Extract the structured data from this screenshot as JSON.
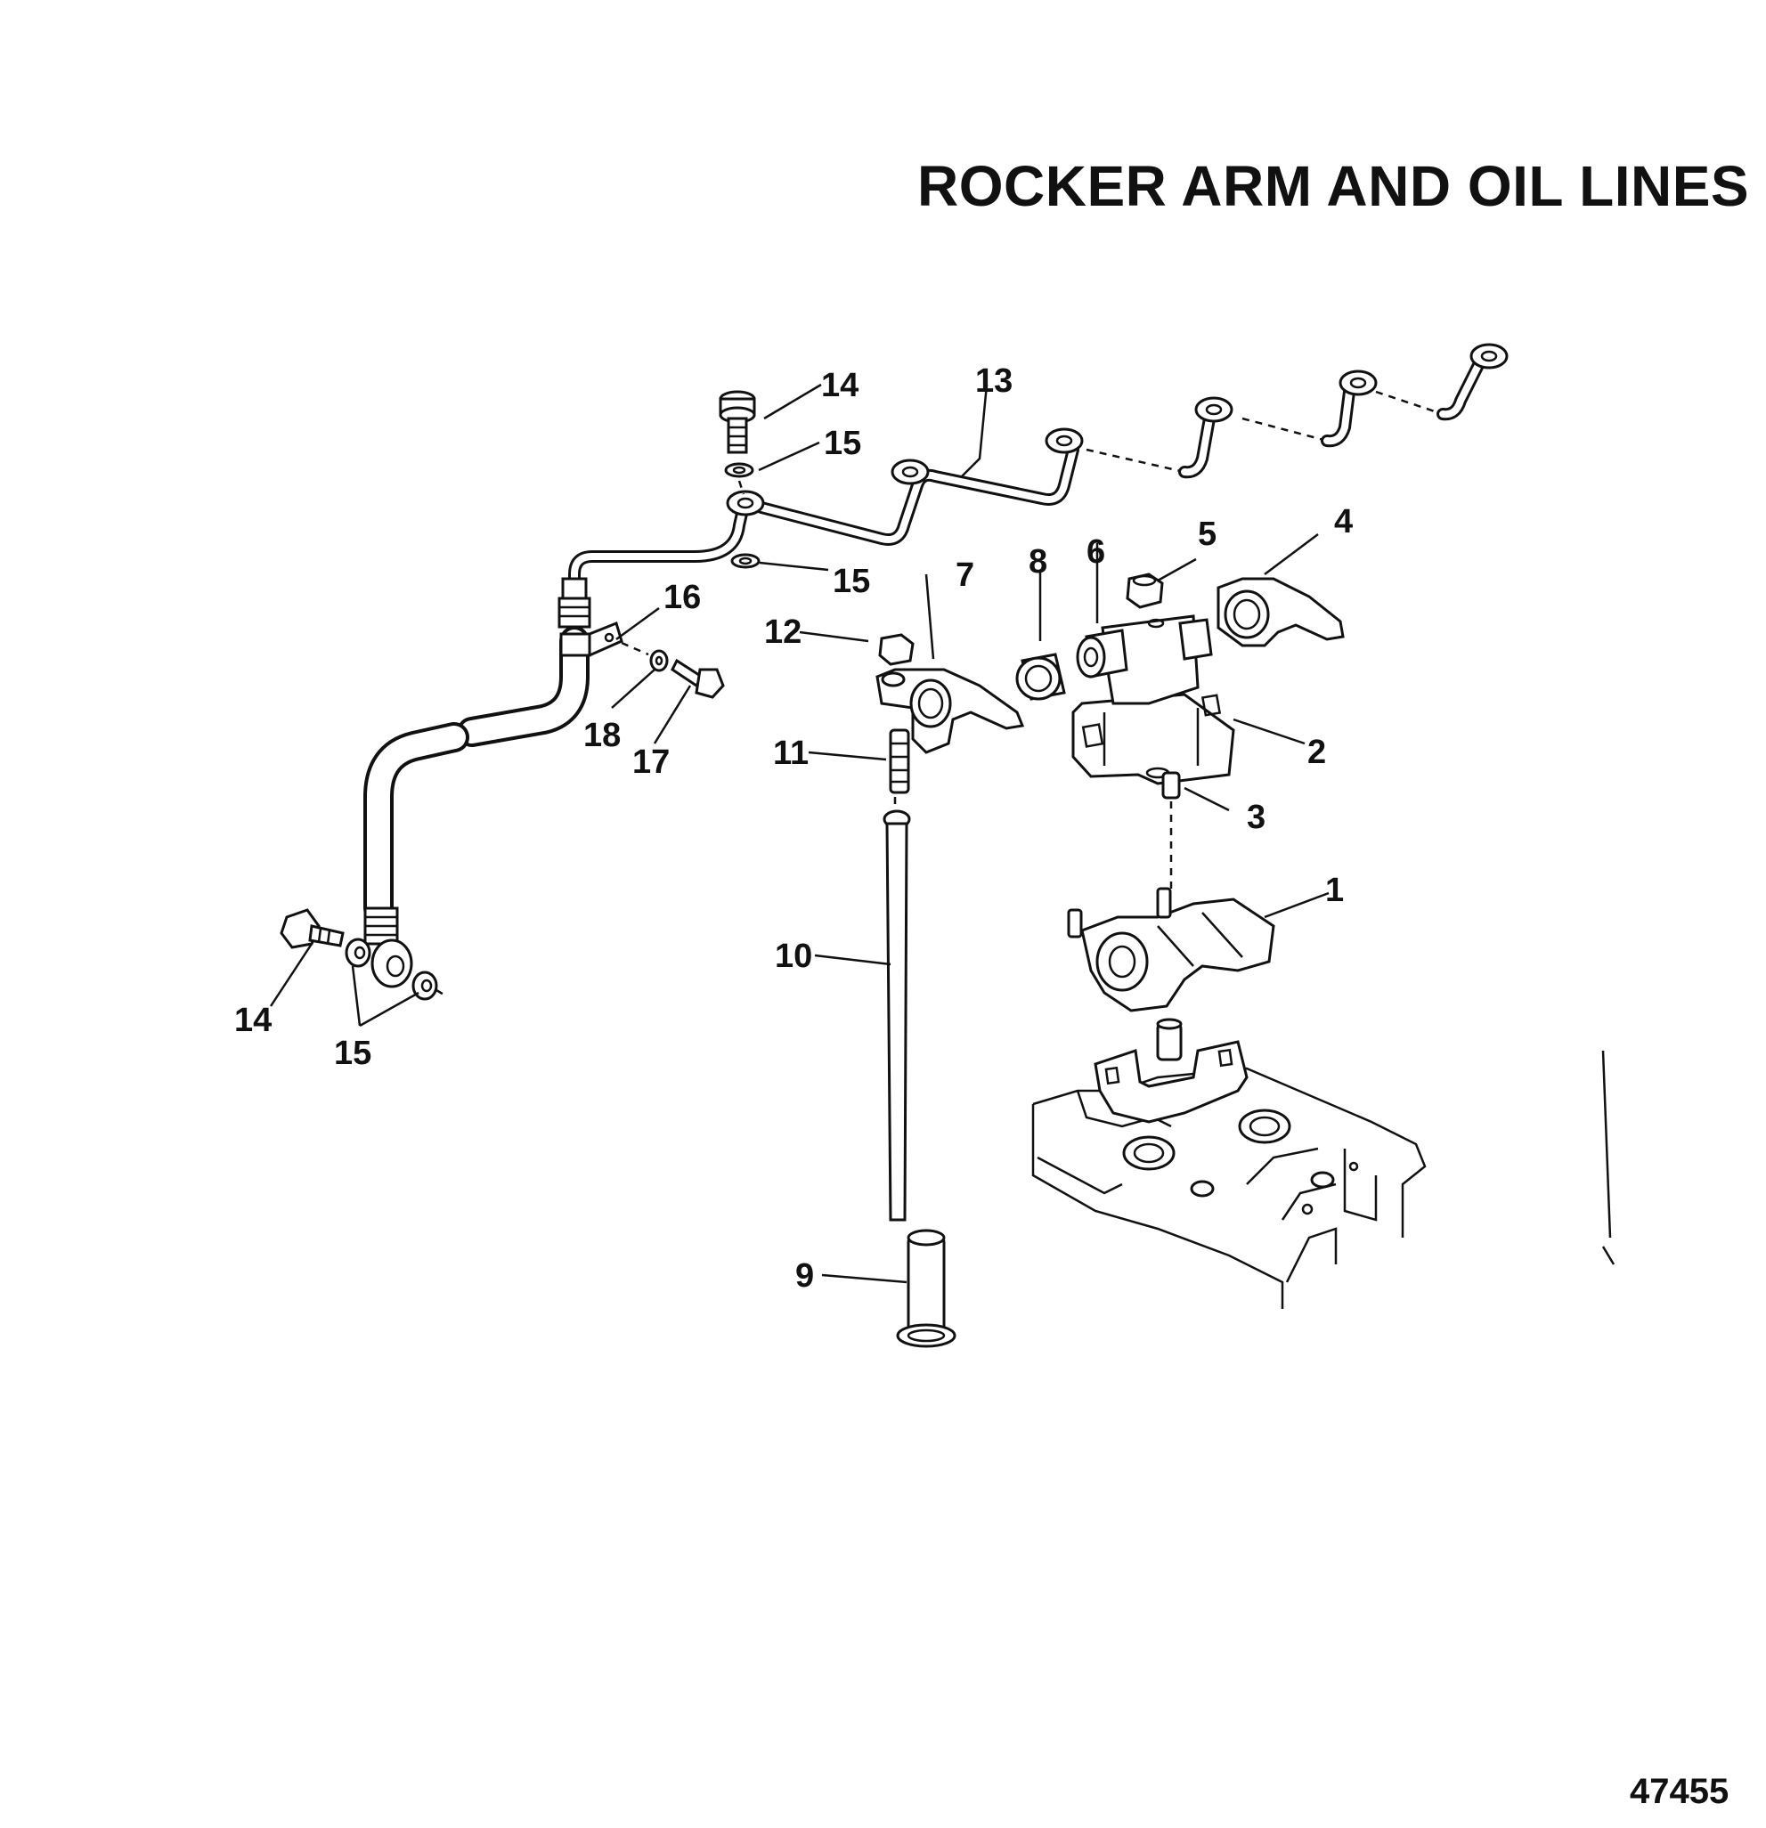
{
  "title": "ROCKER ARM AND OIL LINES",
  "figure_number": "47455",
  "callouts": {
    "c1": "1",
    "c2": "2",
    "c3": "3",
    "c4": "4",
    "c5": "5",
    "c6": "6",
    "c7": "7",
    "c8": "8",
    "c9": "9",
    "c10": "10",
    "c11": "11",
    "c12": "12",
    "c13": "13",
    "c14a": "14",
    "c14b": "14",
    "c15a": "15",
    "c15b": "15",
    "c15c": "15",
    "c16": "16",
    "c17": "17",
    "c18": "18"
  },
  "parts": [
    {
      "ref": "1",
      "icon": "rocker-arm-assembly-icon"
    },
    {
      "ref": "2",
      "icon": "rocker-support-bracket-icon"
    },
    {
      "ref": "3",
      "icon": "dowel-pin-icon"
    },
    {
      "ref": "4",
      "icon": "rocker-arm-icon"
    },
    {
      "ref": "5",
      "icon": "nut-icon"
    },
    {
      "ref": "6",
      "icon": "rocker-shaft-icon"
    },
    {
      "ref": "7",
      "icon": "rocker-arm-icon"
    },
    {
      "ref": "8",
      "icon": "bushing-icon"
    },
    {
      "ref": "9",
      "icon": "valve-lifter-icon"
    },
    {
      "ref": "10",
      "icon": "push-rod-icon"
    },
    {
      "ref": "11",
      "icon": "adjusting-screw-icon"
    },
    {
      "ref": "12",
      "icon": "nut-icon"
    },
    {
      "ref": "13",
      "icon": "oil-line-icon"
    },
    {
      "ref": "14",
      "icon": "banjo-bolt-icon"
    },
    {
      "ref": "15",
      "icon": "washer-icon"
    },
    {
      "ref": "16",
      "icon": "clamp-icon"
    },
    {
      "ref": "17",
      "icon": "bolt-icon"
    },
    {
      "ref": "18",
      "icon": "washer-icon"
    }
  ]
}
